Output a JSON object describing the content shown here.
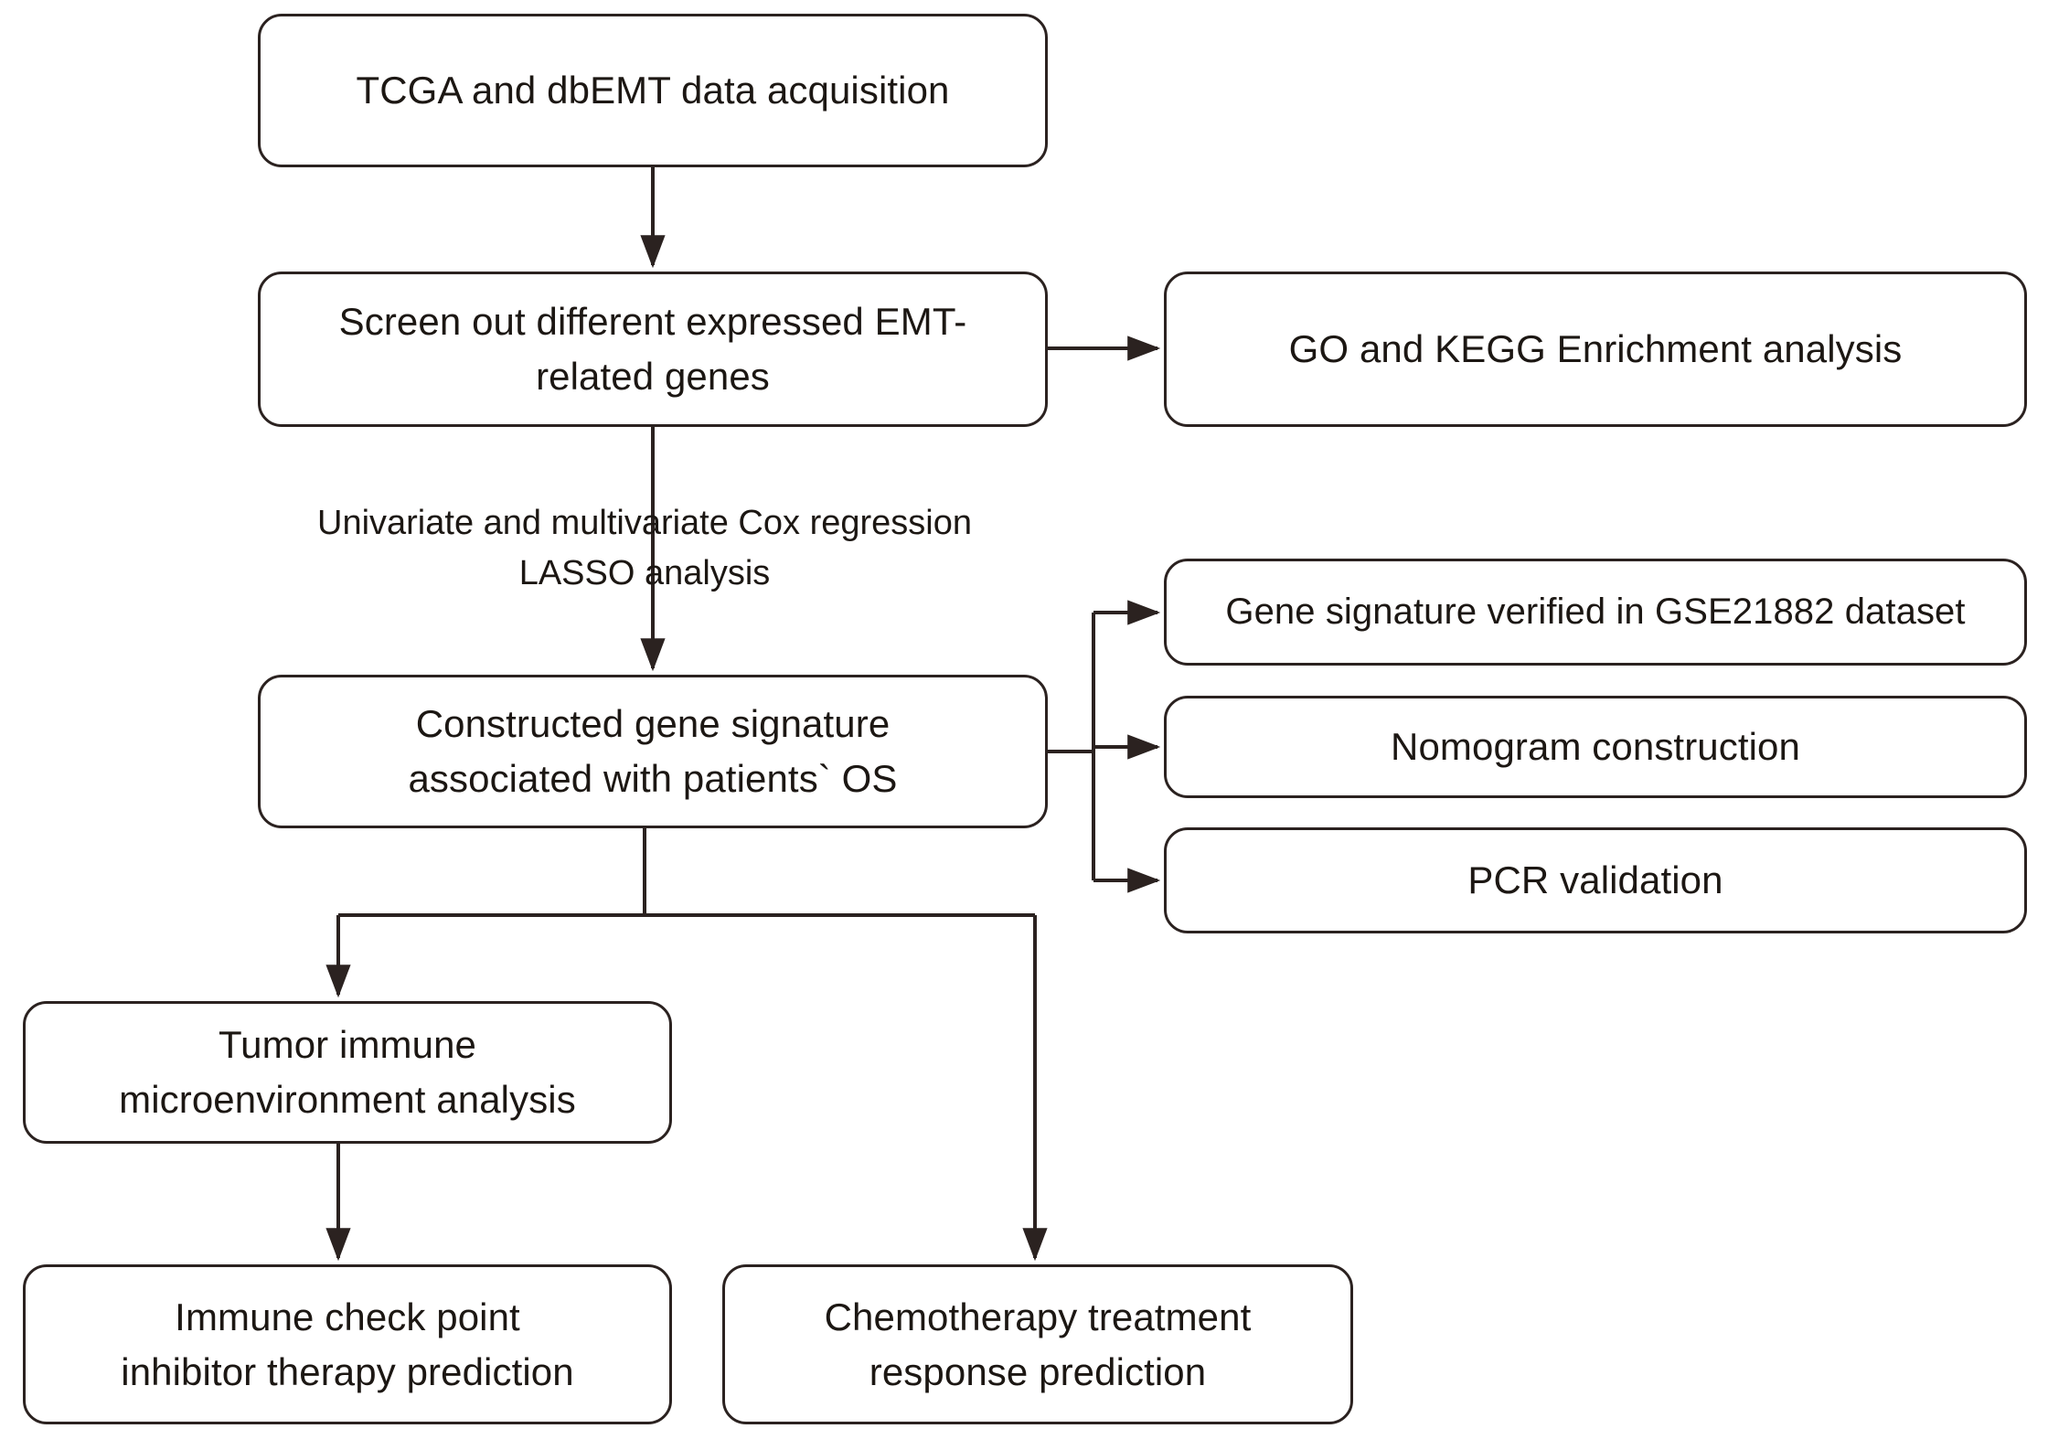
{
  "diagram": {
    "title": "Study workflow flowchart",
    "ink_color": "#2b2220",
    "background": "#ffffff",
    "nodes": {
      "acquisition": "TCGA and dbEMT data acquisition",
      "screen": "Screen out different expressed EMT-\nrelated genes",
      "enrichment": "GO and KEGG Enrichment analysis",
      "signature": "Constructed gene signature\nassociated with patients` OS",
      "verified": "Gene signature verified in GSE21882 dataset",
      "nomogram": "Nomogram construction",
      "pcr": "PCR  validation",
      "tme": "Tumor immune\nmicroenvironment analysis",
      "icb": "Immune check point\ninhibitor therapy prediction",
      "chemo": "Chemotherapy treatment\nresponse prediction"
    },
    "edge_labels": {
      "cox": "Univariate and multivariate Cox regression\nLASSO analysis"
    }
  }
}
